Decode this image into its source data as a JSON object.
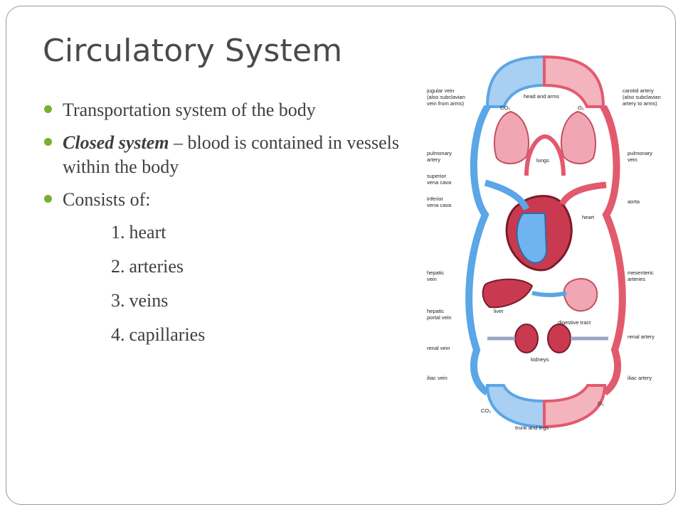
{
  "slide": {
    "title": "Circulatory System",
    "bullets": [
      {
        "text": "Transportation system of the body"
      },
      {
        "emph": "Closed system",
        "rest": " – blood is contained in vessels within the body"
      },
      {
        "text": "Consists of:"
      }
    ],
    "list_items": [
      {
        "num": "1.",
        "label": "heart"
      },
      {
        "num": "2.",
        "label": "arteries"
      },
      {
        "num": "3.",
        "label": "veins"
      },
      {
        "num": "4.",
        "label": "capillaries"
      }
    ],
    "bullet_color": "#7cae2e"
  },
  "diagram": {
    "vein_color": "#5aa6e6",
    "artery_color": "#e25a6e",
    "labels": {
      "jugular_vein": [
        "jugular vein",
        "(also subclavian",
        "vein from arms)"
      ],
      "head_arms": "head and arms",
      "carotid": [
        "carotid artery",
        "(also subclavian",
        "artery to arms)"
      ],
      "co2_top": "CO₂",
      "o2_top": "O₂",
      "pulmonary_artery": [
        "pulmonary",
        "artery"
      ],
      "lungs": "lungs",
      "pulmonary_vein": [
        "pulmonary",
        "vein"
      ],
      "superior_vena_cava": [
        "superior",
        "vena cava"
      ],
      "inferior_vena_cava": [
        "inferior",
        "vena cava"
      ],
      "aorta": "aorta",
      "heart": "heart",
      "hepatic_vein": [
        "hepatic",
        "vein"
      ],
      "mesenteric": [
        "mesenteric",
        "arteries"
      ],
      "liver": "liver",
      "hepatic_portal": [
        "hepatic",
        "portal vein"
      ],
      "digestive_tract": "digestive tract",
      "renal_artery": "renal artery",
      "renal_vein": "renal vein",
      "kidneys": "kidneys",
      "iliac_vein": "iliac vein",
      "iliac_artery": "iliac artery",
      "co2_bottom": "CO₂",
      "o2_bottom": "O₂",
      "trunk_legs": "trunk and legs"
    }
  }
}
